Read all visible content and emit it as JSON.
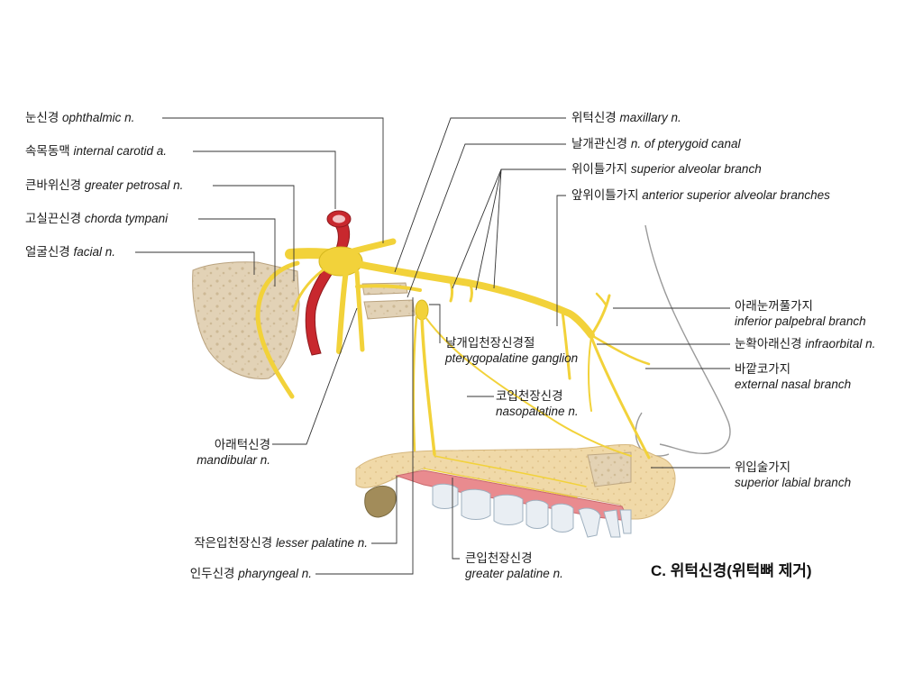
{
  "title": "C. 위턱신경(위턱뼈 제거)",
  "labels": {
    "ophthalmic": {
      "ko": "눈신경",
      "en": "ophthalmic n."
    },
    "internal_carotid": {
      "ko": "속목동맥",
      "en": "internal carotid a."
    },
    "greater_petrosal": {
      "ko": "큰바위신경",
      "en": "greater petrosal n."
    },
    "chorda_tympani": {
      "ko": "고실끈신경",
      "en": "chorda tympani"
    },
    "facial": {
      "ko": "얼굴신경",
      "en": "facial n."
    },
    "maxillary": {
      "ko": "위턱신경",
      "en": "maxillary n."
    },
    "pterygoid_canal": {
      "ko": "날개관신경",
      "en": "n. of pterygoid canal"
    },
    "superior_alveolar": {
      "ko": "위이틀가지",
      "en": "superior alveolar branch"
    },
    "anterior_superior_alveolar": {
      "ko": "앞위이틀가지",
      "en": "anterior superior alveolar branches"
    },
    "inferior_palpebral": {
      "ko": "아래눈꺼풀가지",
      "en": "inferior palpebral branch"
    },
    "infraorbital": {
      "ko": "눈확아래신경",
      "en": "infraorbital n."
    },
    "external_nasal": {
      "ko": "바깥코가지",
      "en": "external nasal branch"
    },
    "superior_labial": {
      "ko": "위입술가지",
      "en": "superior labial branch"
    },
    "pterygopalatine_ganglion": {
      "ko": "날개입천장신경절",
      "en": "pterygopalatine ganglion"
    },
    "nasopalatine": {
      "ko": "코입천장신경",
      "en": "nasopalatine n."
    },
    "mandibular": {
      "ko": "아래턱신경",
      "en": "mandibular n."
    },
    "lesser_palatine": {
      "ko": "작은입천장신경",
      "en": "lesser palatine n."
    },
    "pharyngeal": {
      "ko": "인두신경",
      "en": "pharyngeal n."
    },
    "greater_palatine": {
      "ko": "큰입천장신경",
      "en": "greater palatine n."
    }
  },
  "colors": {
    "nerve": "#f2d23a",
    "artery": "#c8282e",
    "bone": "#e3d3b8",
    "palate_bone": "#f3ddb0",
    "gum": "#e98b8f",
    "tooth": "#e9eef3",
    "leader_line": "#333333"
  }
}
